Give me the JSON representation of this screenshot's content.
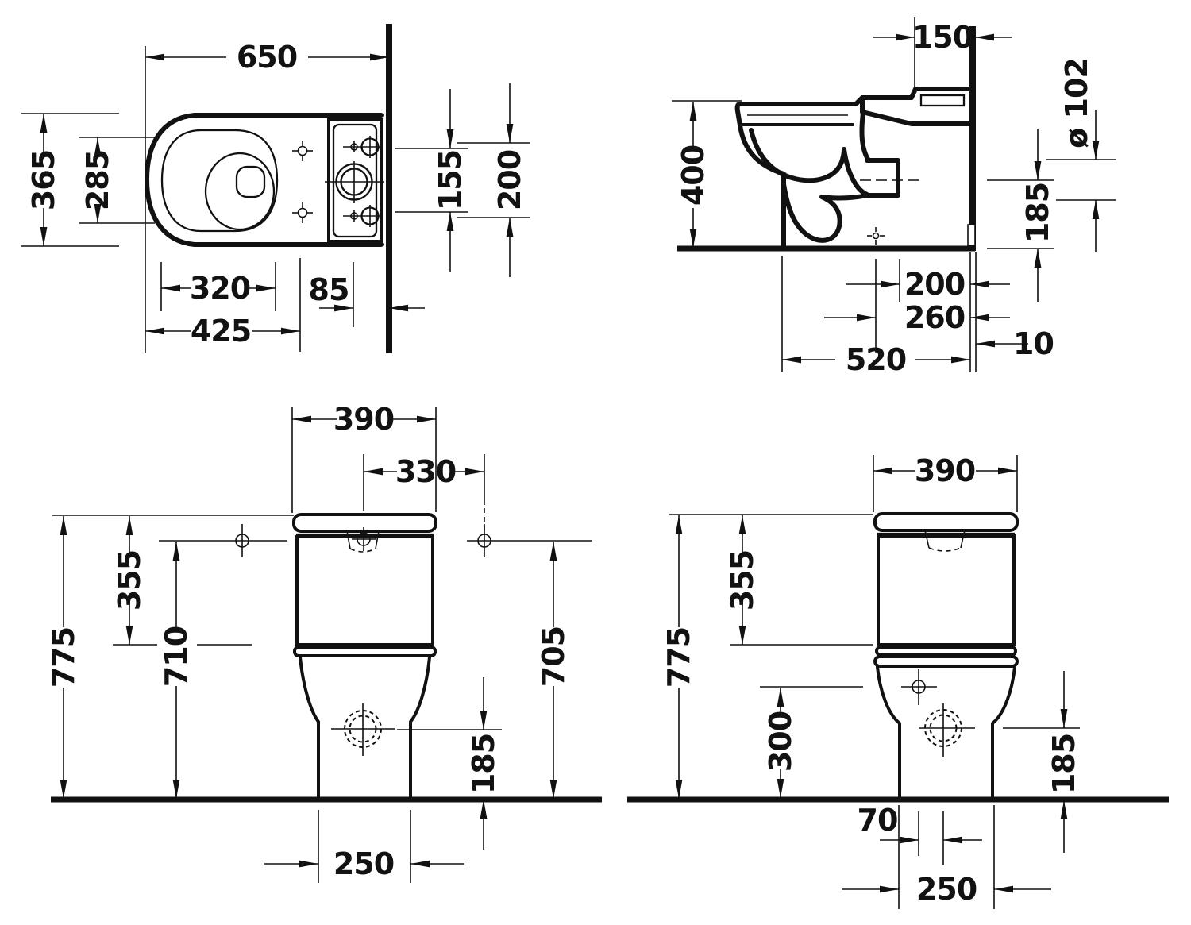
{
  "drawing_title": "close-coupled toilet technical dimension drawing, four views",
  "colors": {
    "line": "#111111",
    "background": "#ffffff"
  },
  "views": {
    "plan": {
      "d650": "650",
      "d365": "365",
      "d285": "285",
      "d320": "320",
      "d85": "85",
      "d425": "425",
      "d155": "155",
      "d200": "200"
    },
    "side": {
      "d150": "150",
      "d400": "400",
      "dia": "ø 102",
      "d185": "185",
      "d200": "200",
      "d260": "260",
      "d520": "520",
      "d10": "10"
    },
    "front": {
      "d390": "390",
      "d330": "330",
      "d775": "775",
      "d355": "355",
      "d710": "710",
      "d705": "705",
      "d185": "185",
      "d250": "250"
    },
    "rear": {
      "d390": "390",
      "d775": "775",
      "d355": "355",
      "d300": "300",
      "d185": "185",
      "d70": "70",
      "d250": "250"
    }
  }
}
